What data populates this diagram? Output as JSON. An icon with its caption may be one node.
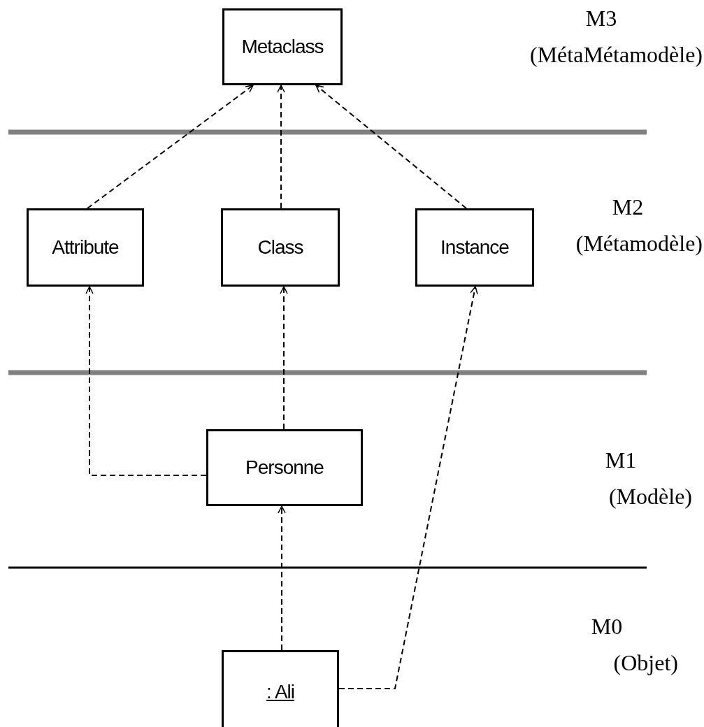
{
  "diagram": {
    "nodes": [
      {
        "text": [
          "Metaclass"
        ]
      },
      {
        "text": [
          "Attribute"
        ]
      },
      {
        "text": [
          "Class"
        ]
      },
      {
        "text": [
          "Instance"
        ]
      },
      {
        "text": [
          "Personne"
        ]
      },
      {
        "text": [
          ": Ali"
        ]
      }
    ],
    "edges": [
      {
        "from": 1,
        "to": 0,
        "arrow": "to",
        "style": "dashed"
      },
      {
        "from": 2,
        "to": 0,
        "arrow": "to",
        "style": "dashed"
      },
      {
        "from": 3,
        "to": 0,
        "arrow": "to",
        "style": "dashed"
      },
      {
        "from": 4,
        "to": 1,
        "arrow": "to",
        "style": "dashed"
      },
      {
        "from": 4,
        "to": 2,
        "arrow": "to",
        "style": "dashed"
      },
      {
        "from": 5,
        "to": 4,
        "arrow": "to",
        "style": "dashed"
      },
      {
        "from": 5,
        "to": 3,
        "arrow": "to",
        "style": "dashed"
      }
    ],
    "labels": [
      "M3",
      "(MétaMétamodèle)",
      "M2",
      "(Métamodèle)",
      "M1",
      "(Modèle)",
      "M0",
      "(Objet)"
    ]
  }
}
